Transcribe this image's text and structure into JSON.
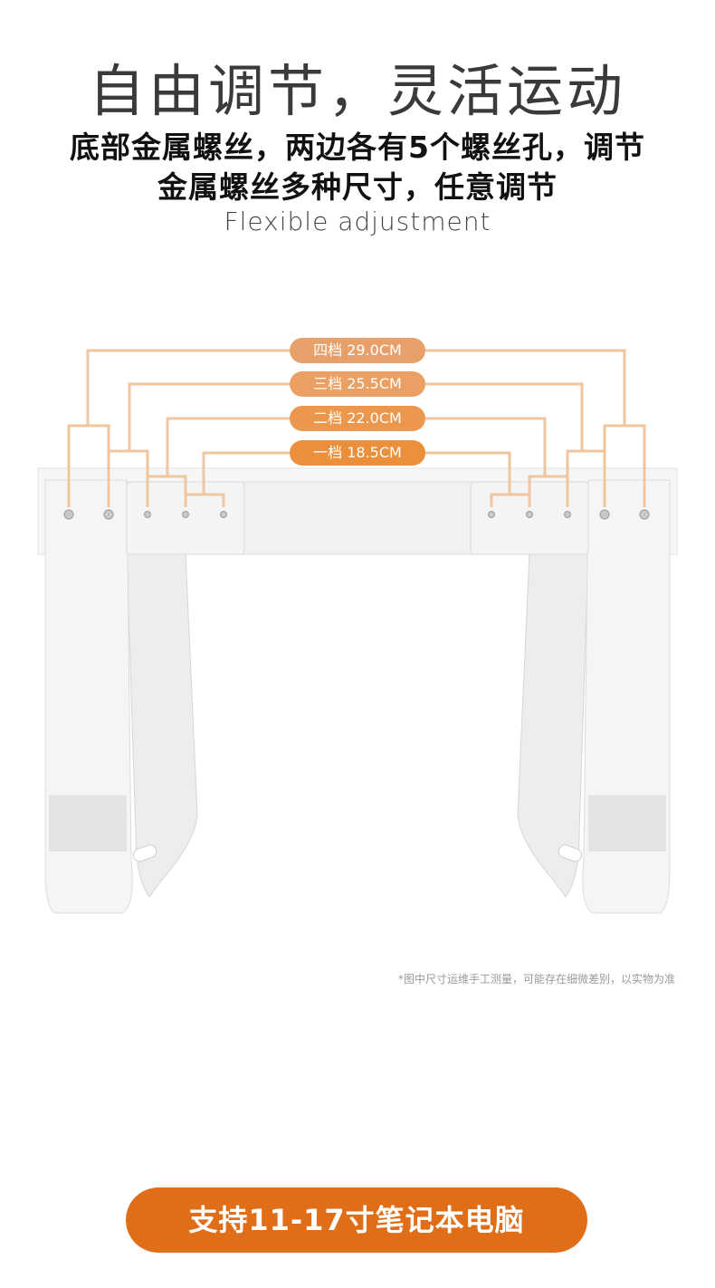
{
  "header": {
    "title": "自由调节，灵活运动",
    "subtitle_line1": "底部金属螺丝，两边各有5个螺丝孔，调节",
    "subtitle_line2": "金属螺丝多种尺寸，任意调节",
    "english": "Flexible adjustment"
  },
  "gears": [
    {
      "label": "四档 29.0CM",
      "color": "#e8a06a"
    },
    {
      "label": "三档 25.5CM",
      "color": "#e9a062"
    },
    {
      "label": "二档 22.0CM",
      "color": "#eb984e"
    },
    {
      "label": "一档 18.5CM",
      "color": "#ec8f3a"
    }
  ],
  "disclaimer": "*图中尺寸运维手工测量，可能存在细微差别，以实物为准",
  "cta": {
    "label": "支持11-17寸笔记本电脑",
    "color": "#e06d18"
  },
  "colors": {
    "line": "#f0c69e",
    "stand": "#f3f3f3",
    "stand_edge": "#dcdcdc"
  }
}
